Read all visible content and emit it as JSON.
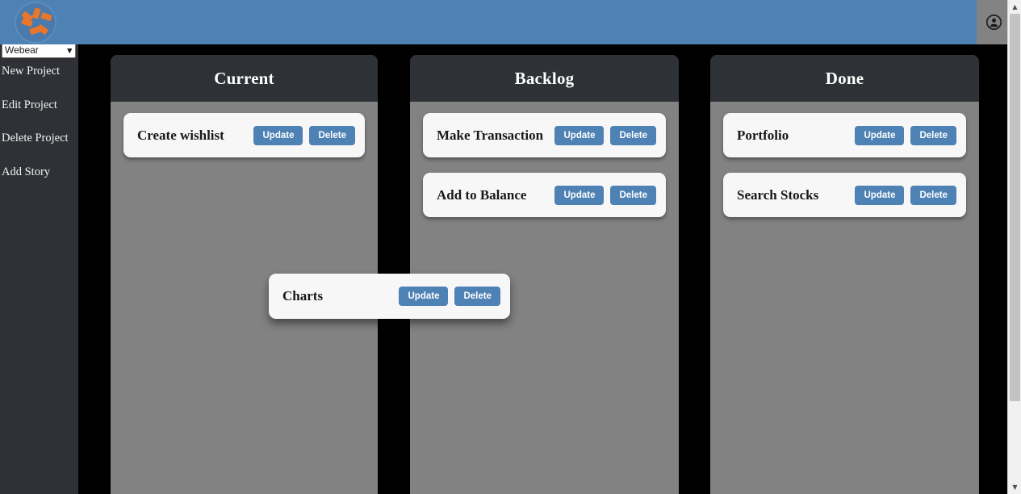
{
  "header": {
    "logo_icon": "pinwheel-logo-icon",
    "logo_color": "#e8762c",
    "bar_color": "#4e81b4",
    "account_icon": "account-circle-icon"
  },
  "sidebar": {
    "background_color": "#2f3136",
    "project_select": {
      "selected": "Webear",
      "options": [
        "Webear"
      ],
      "chevron": "⌄"
    },
    "items": [
      {
        "label": "New Project"
      },
      {
        "label": "Edit Project"
      },
      {
        "label": "Delete Project"
      },
      {
        "label": "Add Story"
      }
    ]
  },
  "board": {
    "column_color": "#828282",
    "header_color": "#2e3136",
    "button_color": "#4e81b4",
    "columns": [
      {
        "title": "Current",
        "cards": [
          {
            "title": "Create wishlist",
            "update_label": "Update",
            "delete_label": "Delete"
          }
        ]
      },
      {
        "title": "Backlog",
        "cards": [
          {
            "title": "Make Transaction",
            "update_label": "Update",
            "delete_label": "Delete"
          },
          {
            "title": "Add to Balance",
            "update_label": "Update",
            "delete_label": "Delete"
          }
        ]
      },
      {
        "title": "Done",
        "cards": [
          {
            "title": "Portfolio",
            "update_label": "Update",
            "delete_label": "Delete"
          },
          {
            "title": "Search Stocks",
            "update_label": "Update",
            "delete_label": "Delete"
          }
        ]
      }
    ],
    "dragging_card": {
      "title": "Charts",
      "update_label": "Update",
      "delete_label": "Delete"
    }
  },
  "scrollbar": {
    "up_arrow": "▲",
    "down_arrow": "▼"
  }
}
